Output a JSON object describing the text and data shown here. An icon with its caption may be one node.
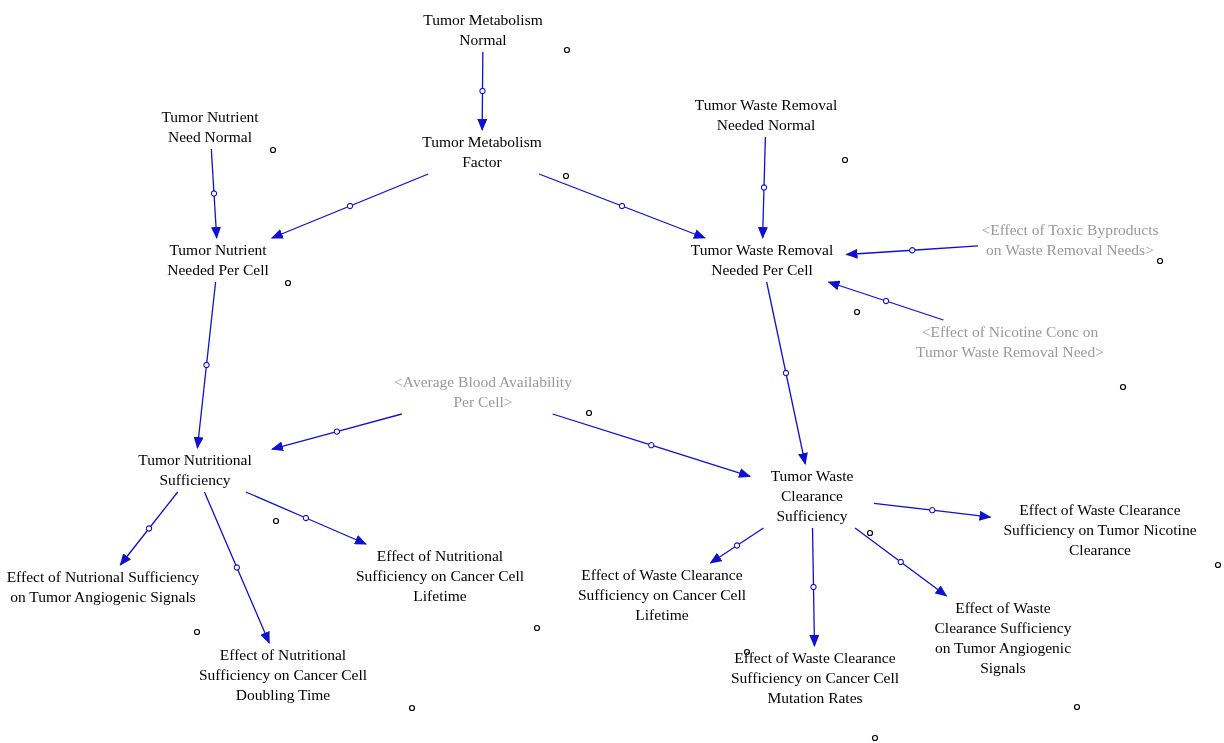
{
  "diagram": {
    "nodes": [
      {
        "text": [
          "Tumor Metabolism Normal"
        ]
      },
      {
        "text": [
          "Tumor Nutrient Need Normal"
        ]
      },
      {
        "text": [
          "Tumor Metabolism Factor"
        ]
      },
      {
        "text": [
          "Tumor Waste Removal Needed Normal"
        ]
      },
      {
        "text": [
          "<Effect of Toxic Byproducts on Waste Removal Needs>"
        ]
      },
      {
        "text": [
          "Tumor Nutrient Needed Per Cell"
        ]
      },
      {
        "text": [
          "Tumor Waste Removal Needed Per Cell"
        ]
      },
      {
        "text": [
          "<Effect of Nicotine Conc on Tumor Waste Removal Need>"
        ]
      },
      {
        "text": [
          "<Average Blood Availability Per Cell>"
        ]
      },
      {
        "text": [
          "Tumor Nutritional Sufficiency"
        ]
      },
      {
        "text": [
          "Tumor Waste Clearance Sufficiency"
        ]
      },
      {
        "text": [
          "Effect of Waste Clearance Sufficiency on Tumor Nicotine Clearance"
        ]
      },
      {
        "text": [
          "Effect of Nutrional Sufficiency on Tumor Angiogenic Signals"
        ]
      },
      {
        "text": [
          "Effect of Nutritional Sufficiency on Cancer Cell Lifetime"
        ]
      },
      {
        "text": [
          "Effect of Waste Clearance Sufficiency on Cancer Cell Lifetime"
        ]
      },
      {
        "text": [
          "Effect of Nutritional Sufficiency on Cancer Cell Doubling Time"
        ]
      },
      {
        "text": [
          "Effect of Waste Clearance Sufficiency on Cancer Cell Mutation Rates"
        ]
      },
      {
        "text": [
          "Effect of Waste Clearance Sufficiency on Tumor Angiogenic Signals"
        ]
      }
    ],
    "edges": [
      {
        "from": 0,
        "to": 2,
        "arrow": "to"
      },
      {
        "from": 1,
        "to": 5,
        "arrow": "to"
      },
      {
        "from": 2,
        "to": 5,
        "arrow": "to"
      },
      {
        "from": 2,
        "to": 6,
        "arrow": "to"
      },
      {
        "from": 3,
        "to": 6,
        "arrow": "to"
      },
      {
        "from": 4,
        "to": 6,
        "arrow": "to"
      },
      {
        "from": 7,
        "to": 6,
        "arrow": "to"
      },
      {
        "from": 5,
        "to": 9,
        "arrow": "to"
      },
      {
        "from": 8,
        "to": 9,
        "arrow": "to"
      },
      {
        "from": 8,
        "to": 10,
        "arrow": "to"
      },
      {
        "from": 6,
        "to": 10,
        "arrow": "to"
      },
      {
        "from": 10,
        "to": 11,
        "arrow": "to"
      },
      {
        "from": 10,
        "to": 14,
        "arrow": "to"
      },
      {
        "from": 10,
        "to": 16,
        "arrow": "to"
      },
      {
        "from": 10,
        "to": 17,
        "arrow": "to"
      },
      {
        "from": 9,
        "to": 12,
        "arrow": "to"
      },
      {
        "from": 9,
        "to": 15,
        "arrow": "to"
      },
      {
        "from": 9,
        "to": 13,
        "arrow": "to"
      }
    ]
  }
}
